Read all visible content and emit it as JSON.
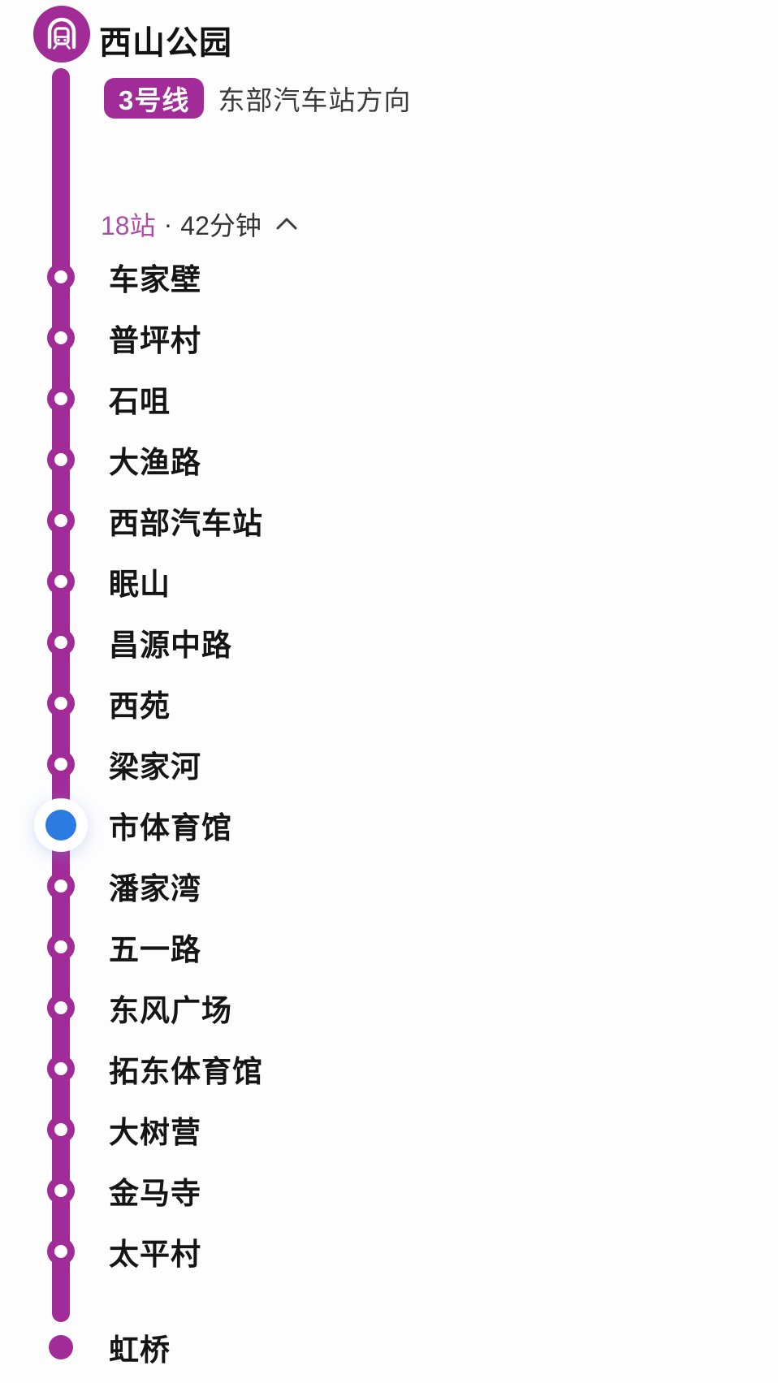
{
  "header": {
    "origin_station": "西山公园",
    "line_badge": "3号线",
    "direction": "东部汽车站方向"
  },
  "summary": {
    "stops_count": "18站",
    "separator": "·",
    "duration": "42分钟"
  },
  "route": {
    "stations": [
      {
        "name": "车家壁",
        "current": false
      },
      {
        "name": "普坪村",
        "current": false
      },
      {
        "name": "石咀",
        "current": false
      },
      {
        "name": "大渔路",
        "current": false
      },
      {
        "name": "西部汽车站",
        "current": false
      },
      {
        "name": "眠山",
        "current": false
      },
      {
        "name": "昌源中路",
        "current": false
      },
      {
        "name": "西苑",
        "current": false
      },
      {
        "name": "梁家河",
        "current": false
      },
      {
        "name": "市体育馆",
        "current": true
      },
      {
        "name": "潘家湾",
        "current": false
      },
      {
        "name": "五一路",
        "current": false
      },
      {
        "name": "东风广场",
        "current": false
      },
      {
        "name": "拓东体育馆",
        "current": false
      },
      {
        "name": "大树营",
        "current": false
      },
      {
        "name": "金马寺",
        "current": false
      },
      {
        "name": "太平村",
        "current": false
      }
    ],
    "terminal_station": "虹桥",
    "current_station": "市体育馆"
  },
  "colors": {
    "line": "#A12C97",
    "badge_bg": "#A12C97",
    "badge_text": "#FFFFFF",
    "stops_count_text": "#AA4FA3",
    "current_dot": "#2B7BE2",
    "station_text": "#151515"
  }
}
